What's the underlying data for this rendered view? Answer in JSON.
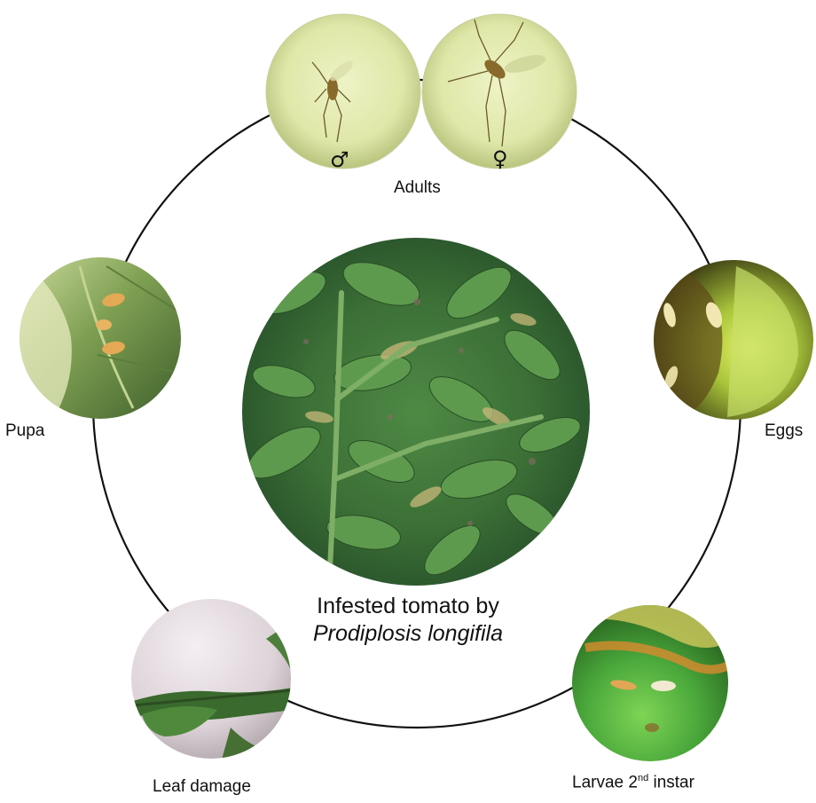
{
  "center": {
    "caption_line1": "Infested tomato by",
    "caption_line2": "Prodiplosis longifila"
  },
  "stages": {
    "adults": {
      "label": "Adults",
      "male_symbol": "♂",
      "female_symbol": "♀"
    },
    "eggs": {
      "label": "Eggs"
    },
    "larvae": {
      "label_main": "Larvae 2",
      "label_sup": "nd",
      "label_tail": " instar"
    },
    "leaf_damage": {
      "label": "Leaf damage"
    },
    "pupa": {
      "label": "Pupa"
    }
  },
  "colors": {
    "cycle_line": "#111111",
    "leaf_dark": "#2e5d2a",
    "leaf_light": "#7db36a",
    "petri": "#e6ecb4"
  }
}
